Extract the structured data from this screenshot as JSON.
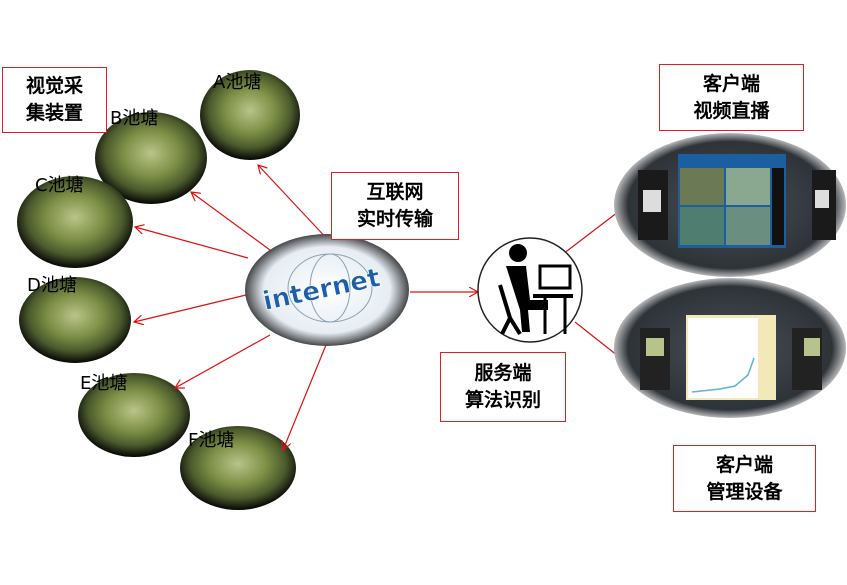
{
  "boxes": {
    "capture": {
      "line1": "视觉采",
      "line2": "集装置"
    },
    "transfer": {
      "line1": "互联网",
      "line2": "实时传输"
    },
    "server": {
      "line1": "服务端",
      "line2": "算法识别"
    },
    "video": {
      "line1": "客户端",
      "line2": "视频直播"
    },
    "manage": {
      "line1": "客户端",
      "line2": "管理设备"
    }
  },
  "ponds": [
    "A池塘",
    "B池塘",
    "C池塘",
    "D池塘",
    "E池塘",
    "F池塘"
  ],
  "internet_logo": "internet",
  "colors": {
    "arrow": "#e01010",
    "box_border": "#e02020"
  }
}
